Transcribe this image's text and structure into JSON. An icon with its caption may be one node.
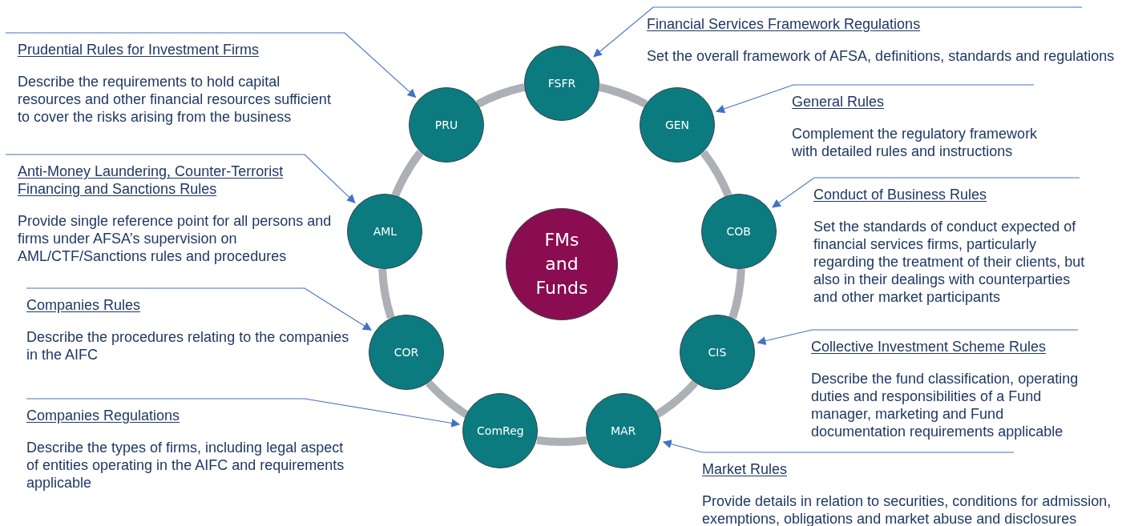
{
  "diagram": {
    "nodes": [
      {
        "text": [
          "FMs and Funds"
        ]
      },
      {
        "text": [
          "FSFR"
        ]
      },
      {
        "text": [
          "GEN"
        ]
      },
      {
        "text": [
          "COB"
        ]
      },
      {
        "text": [
          "CIS"
        ]
      },
      {
        "text": [
          "MAR"
        ]
      },
      {
        "text": [
          "ComReg"
        ]
      },
      {
        "text": [
          "COR"
        ]
      },
      {
        "text": [
          "AML"
        ]
      },
      {
        "text": [
          "PRU"
        ]
      },
      {
        "text": [
          "Financial Services Framework Regulations",
          "Set the overall framework of AFSA, definitions, standards and regulations"
        ]
      },
      {
        "text": [
          "General Rules",
          "Complement the regulatory framework with detailed rules and instructions"
        ]
      },
      {
        "text": [
          "Conduct of Business Rules",
          "Set the standards of conduct expected of financial services firms, particularly regarding the treatment of their clients, but also in their dealings with counterparties and other market participants"
        ]
      },
      {
        "text": [
          "Collective Investment Scheme Rules",
          "Describe the fund classification, operating duties and responsibilities of a Fund manager, marketing and Fund documentation requirements applicable"
        ]
      },
      {
        "text": [
          "Market Rules",
          "Provide details in relation to securities, conditions for admission, exemptions, obligations and market abuse and disclosures"
        ]
      },
      {
        "text": [
          "Companies Regulations",
          "Describe the types of firms, including legal aspect of entities operating in the AIFC and requirements applicable"
        ]
      },
      {
        "text": [
          "Companies Rules",
          "Describe the procedures relating to the companies in the AIFC"
        ]
      },
      {
        "text": [
          "Anti-Money Laundering, Counter-Terrorist Financing and Sanctions Rules",
          "Provide single reference point for all persons and firms under AFSA’s supervision on AML/CTF/Sanctions rules and procedures"
        ]
      },
      {
        "text": [
          "Prudential Rules for Investment Firms",
          "Describe the requirements to hold capital resources and other financial resources sufficient to cover the risks arising from the business"
        ]
      }
    ],
    "edges": [
      {
        "from": 1,
        "to": 2,
        "arrow": "none",
        "style": "thick",
        "color": "#adb0b5"
      },
      {
        "from": 2,
        "to": 3,
        "arrow": "none",
        "style": "thick",
        "color": "#adb0b5"
      },
      {
        "from": 3,
        "to": 4,
        "arrow": "none",
        "style": "thick",
        "color": "#adb0b5"
      },
      {
        "from": 4,
        "to": 5,
        "arrow": "none",
        "style": "thick",
        "color": "#adb0b5"
      },
      {
        "from": 5,
        "to": 6,
        "arrow": "none",
        "style": "thick",
        "color": "#adb0b5"
      },
      {
        "from": 6,
        "to": 7,
        "arrow": "none",
        "style": "thick",
        "color": "#adb0b5"
      },
      {
        "from": 7,
        "to": 8,
        "arrow": "none",
        "style": "thick",
        "color": "#adb0b5"
      },
      {
        "from": 8,
        "to": 9,
        "arrow": "none",
        "style": "thick",
        "color": "#adb0b5"
      },
      {
        "from": 9,
        "to": 1,
        "arrow": "none",
        "style": "thick",
        "color": "#adb0b5"
      },
      {
        "from": 10,
        "to": 1,
        "arrow": "to",
        "color": "#4472c4"
      },
      {
        "from": 11,
        "to": 2,
        "arrow": "to",
        "color": "#4472c4"
      },
      {
        "from": 12,
        "to": 3,
        "arrow": "to",
        "color": "#4472c4"
      },
      {
        "from": 13,
        "to": 4,
        "arrow": "to",
        "color": "#4472c4"
      },
      {
        "from": 14,
        "to": 5,
        "arrow": "to",
        "color": "#4472c4"
      },
      {
        "from": 15,
        "to": 6,
        "arrow": "to",
        "color": "#4472c4"
      },
      {
        "from": 16,
        "to": 7,
        "arrow": "to",
        "color": "#4472c4"
      },
      {
        "from": 17,
        "to": 8,
        "arrow": "to",
        "color": "#4472c4"
      },
      {
        "from": 18,
        "to": 9,
        "arrow": "to",
        "color": "#4472c4"
      }
    ]
  }
}
